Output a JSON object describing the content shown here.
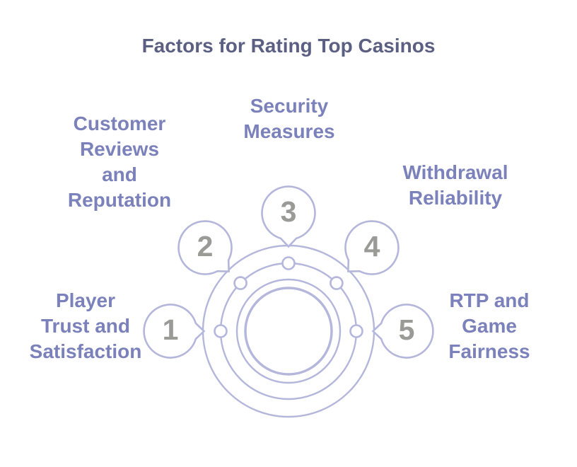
{
  "title": "Factors for Rating Top Casinos",
  "colors": {
    "title_text": "#5b5f82",
    "label_text": "#7b81ba",
    "ring_stroke": "#b4b6db",
    "number_text": "#9a9a96",
    "background": "#ffffff"
  },
  "factors": [
    {
      "number": "1",
      "label": "Player\nTrust and\nSatisfaction"
    },
    {
      "number": "2",
      "label": "Customer\nReviews\nand\nReputation"
    },
    {
      "number": "3",
      "label": "Security\nMeasures"
    },
    {
      "number": "4",
      "label": "Withdrawal\nReliability"
    },
    {
      "number": "5",
      "label": "RTP and\nGame\nFairness"
    }
  ]
}
